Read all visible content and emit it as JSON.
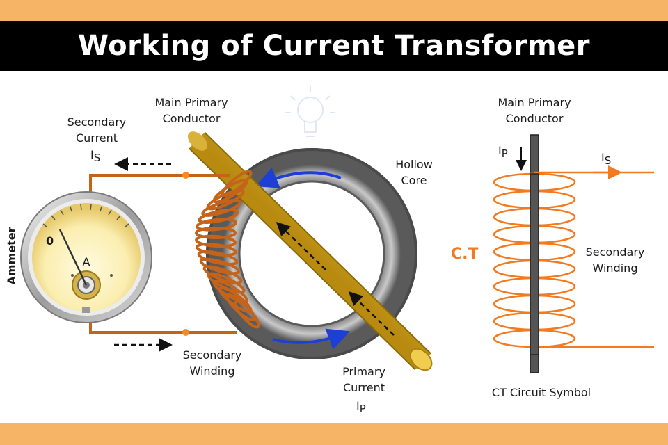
{
  "title": "Working of Current Transformer",
  "labels": {
    "main_primary_conductor_1": "Main Primary",
    "main_primary_conductor_2": "Conductor",
    "secondary_current_1": "Secondary",
    "secondary_current_2": "Current",
    "is_main": "I",
    "is_sub": "S",
    "hollow_core_1": "Hollow",
    "hollow_core_2": "Core",
    "ammeter": "Ammeter",
    "meter_zero": "0",
    "meter_unit": "A",
    "secondary_winding_1": "Secondary",
    "secondary_winding_2": "Winding",
    "primary_current_1": "Primary",
    "primary_current_2": "Current",
    "ip_main": "I",
    "ip_sub": "P"
  },
  "symbol": {
    "conductor_1": "Main Primary",
    "conductor_2": "Conductor",
    "ip_main": "I",
    "ip_sub": "P",
    "is_main": "I",
    "is_sub": "S",
    "ct_label": "C.T",
    "winding_1": "Secondary",
    "winding_2": "Winding",
    "caption": "CT Circuit Symbol"
  },
  "colors": {
    "band": "#f6b466",
    "coil": "#f47a20",
    "conductor": "#e3b826",
    "core": "#6e6e6e",
    "flow_arrow": "#1d3fd6",
    "ct_label": "#f47a20"
  },
  "icons": {
    "watermark": "lightbulb-icon"
  }
}
